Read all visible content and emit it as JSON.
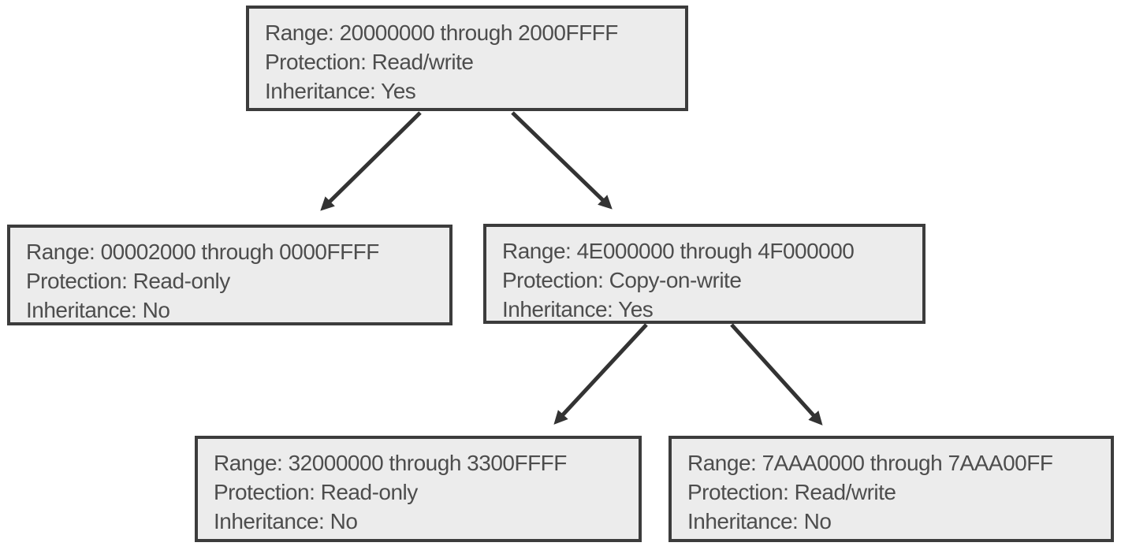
{
  "diagram": {
    "type": "tree",
    "nodes": [
      {
        "id": "root",
        "lines": [
          "Range: 20000000 through 2000FFFF",
          "Protection: Read/write",
          "Inheritance: Yes"
        ]
      },
      {
        "id": "left-child",
        "lines": [
          "Range: 00002000 through 0000FFFF",
          "Protection: Read-only",
          "Inheritance: No"
        ]
      },
      {
        "id": "right-child",
        "lines": [
          "Range: 4E000000 through 4F000000",
          "Protection: Copy-on-write",
          "Inheritance: Yes"
        ]
      },
      {
        "id": "right-left-grandchild",
        "lines": [
          "Range: 32000000 through 3300FFFF",
          "Protection: Read-only",
          "Inheritance: No"
        ]
      },
      {
        "id": "right-right-grandchild",
        "lines": [
          "Range: 7AAA0000 through 7AAA00FF",
          "Protection: Read/write",
          "Inheritance: No"
        ]
      }
    ],
    "edges": [
      {
        "from": "root",
        "to": "left-child"
      },
      {
        "from": "root",
        "to": "right-child"
      },
      {
        "from": "right-child",
        "to": "right-left-grandchild"
      },
      {
        "from": "right-child",
        "to": "right-right-grandchild"
      }
    ],
    "colors": {
      "box_fill": "#ececec",
      "box_border": "#3c3c3c",
      "text": "#4d4d4d",
      "arrow": "#333333",
      "background": "#ffffff"
    }
  }
}
